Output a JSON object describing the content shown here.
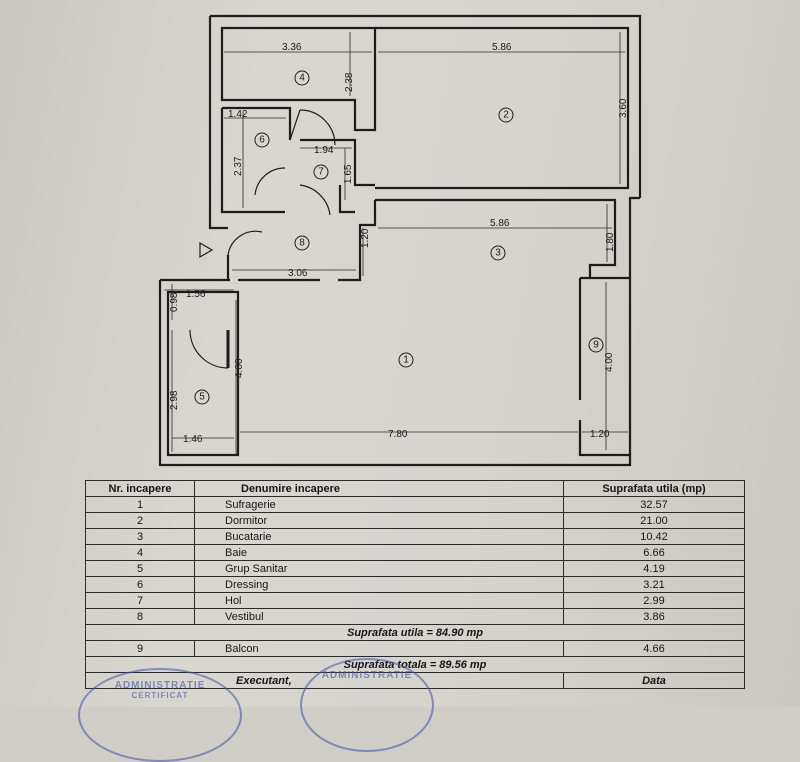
{
  "plan": {
    "room_markers": [
      "1",
      "2",
      "3",
      "4",
      "5",
      "6",
      "7",
      "8",
      "9"
    ],
    "dimensions": {
      "d_336": "3.36",
      "d_586_top": "5.86",
      "d_238": "2.38",
      "d_360": "3.60",
      "d_142": "1.42",
      "d_237": "2.37",
      "d_194": "1.94",
      "d_165": "1.65",
      "d_586_mid": "5.86",
      "d_180": "1.80",
      "d_120_left": "1.20",
      "d_306": "3.06",
      "d_098": "0.98",
      "d_156": "1.56",
      "d_400_left": "4.00",
      "d_400_right": "4.00",
      "d_298": "2.98",
      "d_146": "1.46",
      "d_780": "7.80",
      "d_120_right": "1.20"
    }
  },
  "table": {
    "headers": [
      "Nr. incapere",
      "Denumire incapere",
      "Suprafata utila (mp)"
    ],
    "rows": [
      {
        "nr": "1",
        "name": "Sufragerie",
        "area": "32.57"
      },
      {
        "nr": "2",
        "name": "Dormitor",
        "area": "21.00"
      },
      {
        "nr": "3",
        "name": "Bucatarie",
        "area": "10.42"
      },
      {
        "nr": "4",
        "name": "Baie",
        "area": "6.66"
      },
      {
        "nr": "5",
        "name": "Grup Sanitar",
        "area": "4.19"
      },
      {
        "nr": "6",
        "name": "Dressing",
        "area": "3.21"
      },
      {
        "nr": "7",
        "name": "Hol",
        "area": "2.99"
      },
      {
        "nr": "8",
        "name": "Vestibul",
        "area": "3.86"
      }
    ],
    "suprafata_utila": "Suprafata utila = 84.90 mp",
    "balcon": {
      "nr": "9",
      "name": "Balcon",
      "area": "4.66"
    },
    "suprafata_totala": "Suprafata totala = 89.56 mp",
    "executant_label": "Executant,",
    "data_label": "Data"
  },
  "stamps": {
    "left_text": "ADMINISTRATIE",
    "left_sub": "CERTIFICAT",
    "right_text": "ADMINISTRATIE"
  }
}
